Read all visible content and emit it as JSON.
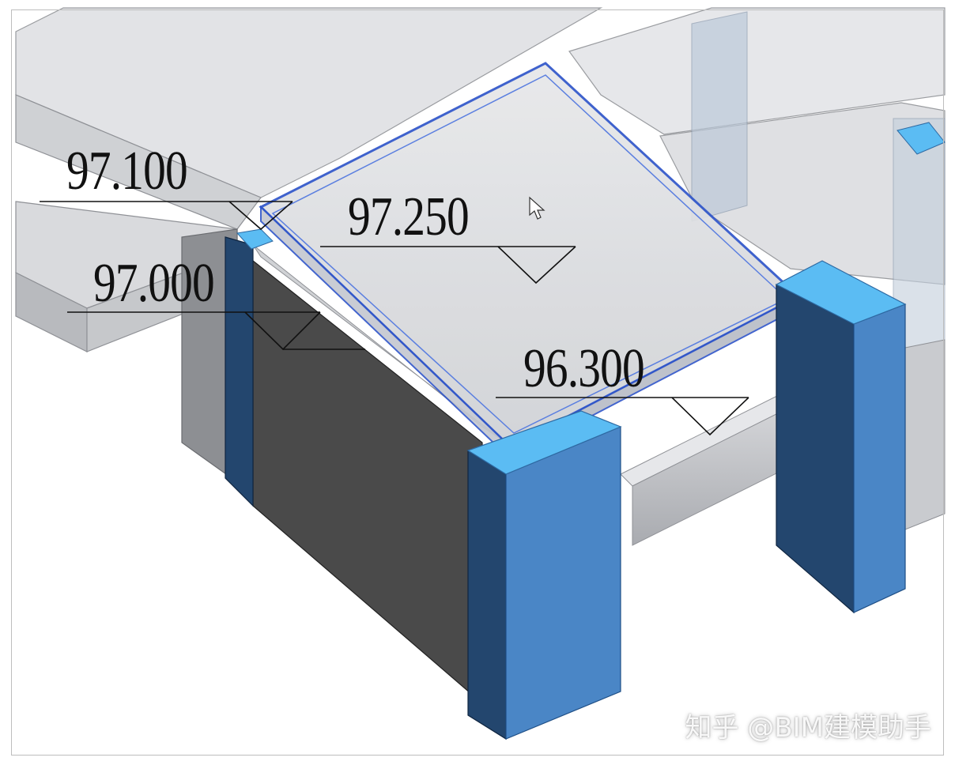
{
  "elevations": {
    "e1": "97.100",
    "e2": "97.250",
    "e3": "97.000",
    "e4": "96.300"
  },
  "watermark": "知乎 @BIM建模助手",
  "colors": {
    "column": "#4a86c6",
    "column_dark": "#23466e",
    "column_top": "#5bbcf3",
    "slab": "#dcdde0",
    "slab_edge": "#2f55c9",
    "wall_dark": "#4a4a4a"
  }
}
